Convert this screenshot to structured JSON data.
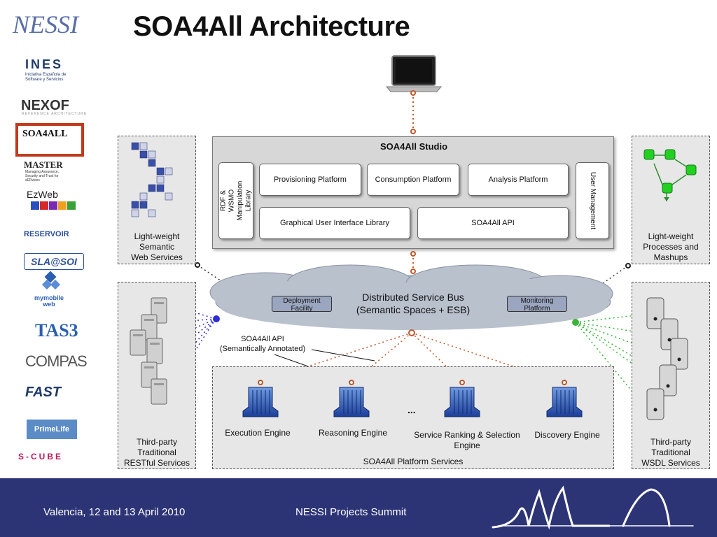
{
  "title": "SOA4All Architecture",
  "logos": {
    "nessi": "NESSI",
    "ines": "INES",
    "ines_sub": "Iniciativa Española de Software y Servicios",
    "nexof": "NEXOF",
    "nexof_sub": "REFERENCE ARCHITECTURE",
    "soa4all": "SOA4ALL",
    "master": "MASTER",
    "master_sub": "Managing Assurance, Security and Trust for sERvices",
    "ezweb": "EzWeb",
    "reservoir": "RESERVOIR",
    "sla_soi": "SLA@SOI",
    "mymobileweb": "mymobile web",
    "tas3": "TAS3",
    "compas": "COMPAS",
    "fast": "FAST",
    "primelife": "PrimeLife",
    "scube": "S-CUBE"
  },
  "studio": {
    "title": "SOA4All Studio",
    "rdf_wsmo": "RDF & WSMO\nManipulation Library",
    "provisioning": "Provisioning Platform",
    "consumption": "Consumption Platform",
    "analysis": "Analysis Platform",
    "user_mgmt": "User Management",
    "gui_library": "Graphical User Interface Library",
    "api": "SOA4All API"
  },
  "panels": {
    "lightweight_semantic": "Light-weight\nSemantic\nWeb Services",
    "lightweight_processes": "Light-weight\nProcesses and\nMashups",
    "restful": "Third-party\nTraditional\nRESTful Services",
    "wsdl": "Third-party\nTraditional\nWSDL Services"
  },
  "bus": {
    "title": "Distributed Service Bus",
    "subtitle": "(Semantic Spaces + ESB)",
    "deployment": "Deployment\nFacility",
    "monitoring": "Monitoring\nPlatform"
  },
  "api_annotation": "SOA4All API\n(Semantically Annotated)",
  "platform": {
    "label": "SOA4All Platform Services",
    "ellipsis": "...",
    "engines": [
      {
        "label": "Execution Engine"
      },
      {
        "label": "Reasoning Engine"
      },
      {
        "label": "Service Ranking & Selection\nEngine"
      },
      {
        "label": "Discovery Engine"
      }
    ]
  },
  "footer": {
    "location": "Valencia, 12 and 13 April 2010",
    "event": "NESSI Projects Summit"
  },
  "colors": {
    "footer_bg": "#2c3476",
    "soa_red": "#c23a1c",
    "dotted_orange": "#c0562a",
    "rest_link": "#2e2ed6",
    "wsdl_link": "#3cb43c"
  }
}
